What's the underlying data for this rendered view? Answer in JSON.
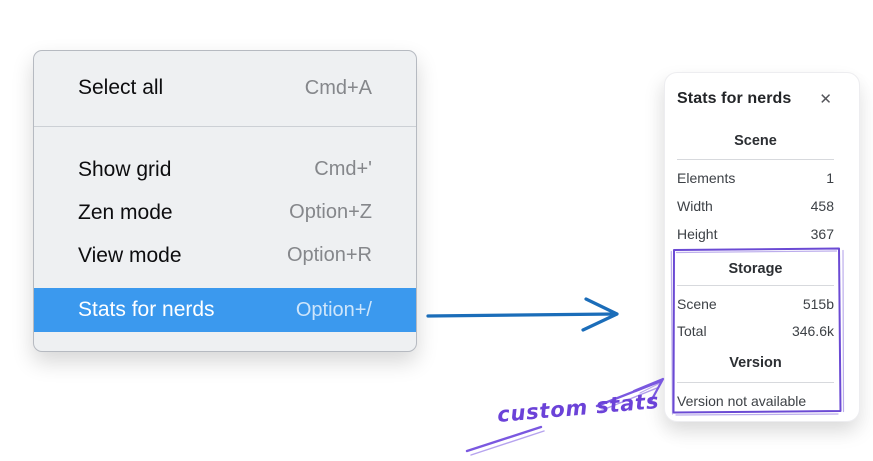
{
  "colors": {
    "menu_background": "#eef0f2",
    "highlight_blue": "#3b99ee",
    "flow_arrow_blue": "#1b6db9",
    "annotation_purple": "#6b4ad4"
  },
  "menu": {
    "items": [
      {
        "label": "Select all",
        "shortcut": "Cmd+A",
        "highlighted": false
      },
      {
        "label": "Show grid",
        "shortcut": "Cmd+'",
        "highlighted": false
      },
      {
        "label": "Zen mode",
        "shortcut": "Option+Z",
        "highlighted": false
      },
      {
        "label": "View mode",
        "shortcut": "Option+R",
        "highlighted": false
      },
      {
        "label": "Stats for nerds",
        "shortcut": "Option+/",
        "highlighted": true
      }
    ]
  },
  "panel": {
    "title": "Stats for nerds",
    "close_icon": "✕",
    "sections": [
      {
        "heading": "Scene",
        "rows": [
          {
            "label": "Elements",
            "value": "1"
          },
          {
            "label": "Width",
            "value": "458"
          },
          {
            "label": "Height",
            "value": "367"
          }
        ]
      },
      {
        "heading": "Storage",
        "rows": [
          {
            "label": "Scene",
            "value": "515b"
          },
          {
            "label": "Total",
            "value": "346.6k"
          }
        ]
      },
      {
        "heading": "Version",
        "note": "Version not available"
      }
    ]
  },
  "annotation": {
    "label": "custom stats"
  }
}
